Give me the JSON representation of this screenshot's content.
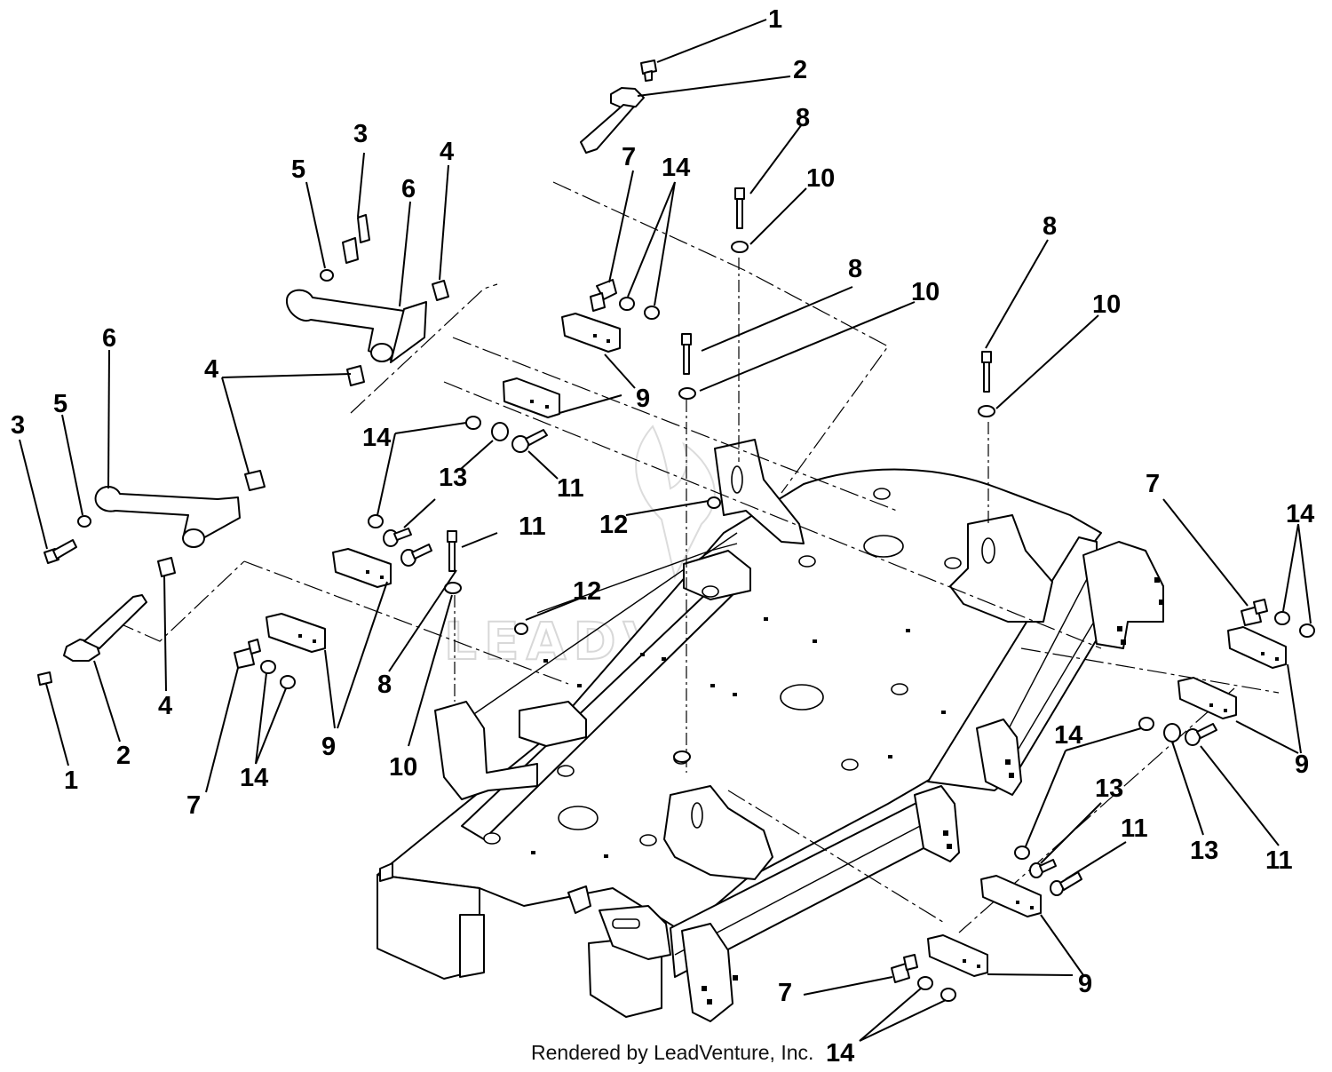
{
  "watermark": "LEADVENTURE",
  "footer": "Rendered by LeadVenture, Inc.",
  "callouts": [
    "1",
    "2",
    "3",
    "4",
    "5",
    "6",
    "7",
    "8",
    "9",
    "10",
    "11",
    "12",
    "13",
    "14"
  ]
}
